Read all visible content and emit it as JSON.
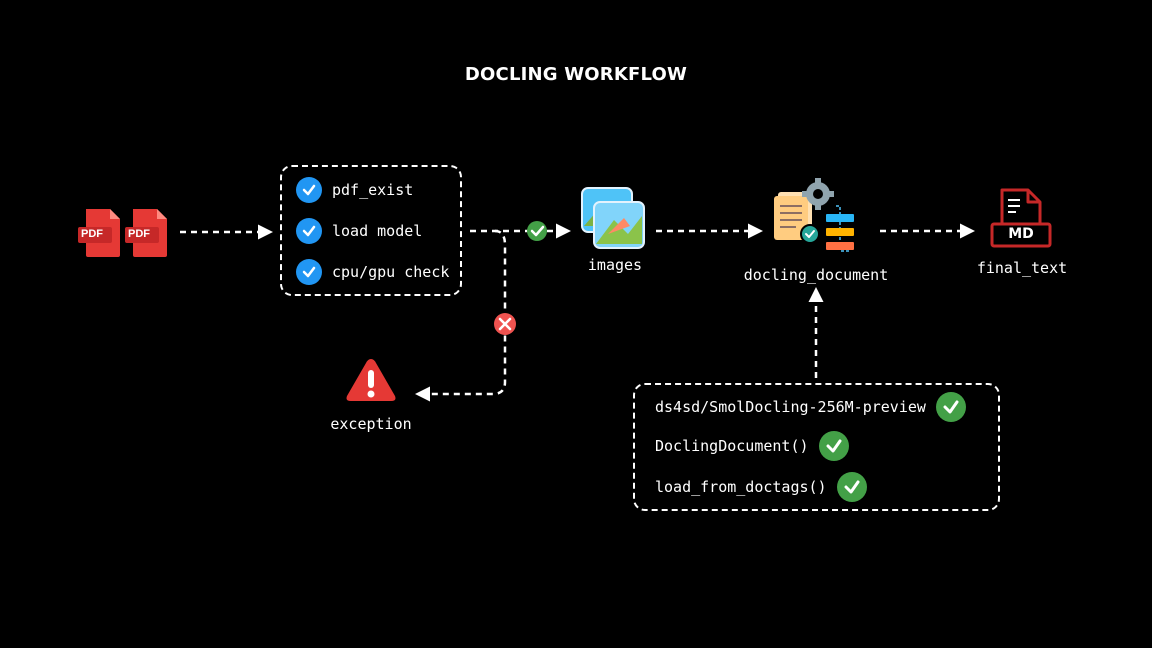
{
  "title": "DOCLING WORKFLOW",
  "pdf_icons": [
    "PDF",
    "PDF"
  ],
  "checks_box": {
    "items": [
      "pdf_exist",
      "load model",
      "cpu/gpu check"
    ]
  },
  "nodes": {
    "images": "images",
    "docling_document": "docling_document",
    "final_text": "final_text",
    "exception": "exception",
    "md_badge": "MD"
  },
  "model_box": {
    "items": [
      "ds4sd/SmolDocling-256M-preview",
      "DoclingDocument()",
      "load_from_doctags()"
    ]
  },
  "colors": {
    "background": "#000000",
    "pdf_red": "#e53935",
    "blue_check": "#2196f3",
    "green_check": "#43a047",
    "error_red": "#ef5350",
    "md_red": "#c62828"
  }
}
